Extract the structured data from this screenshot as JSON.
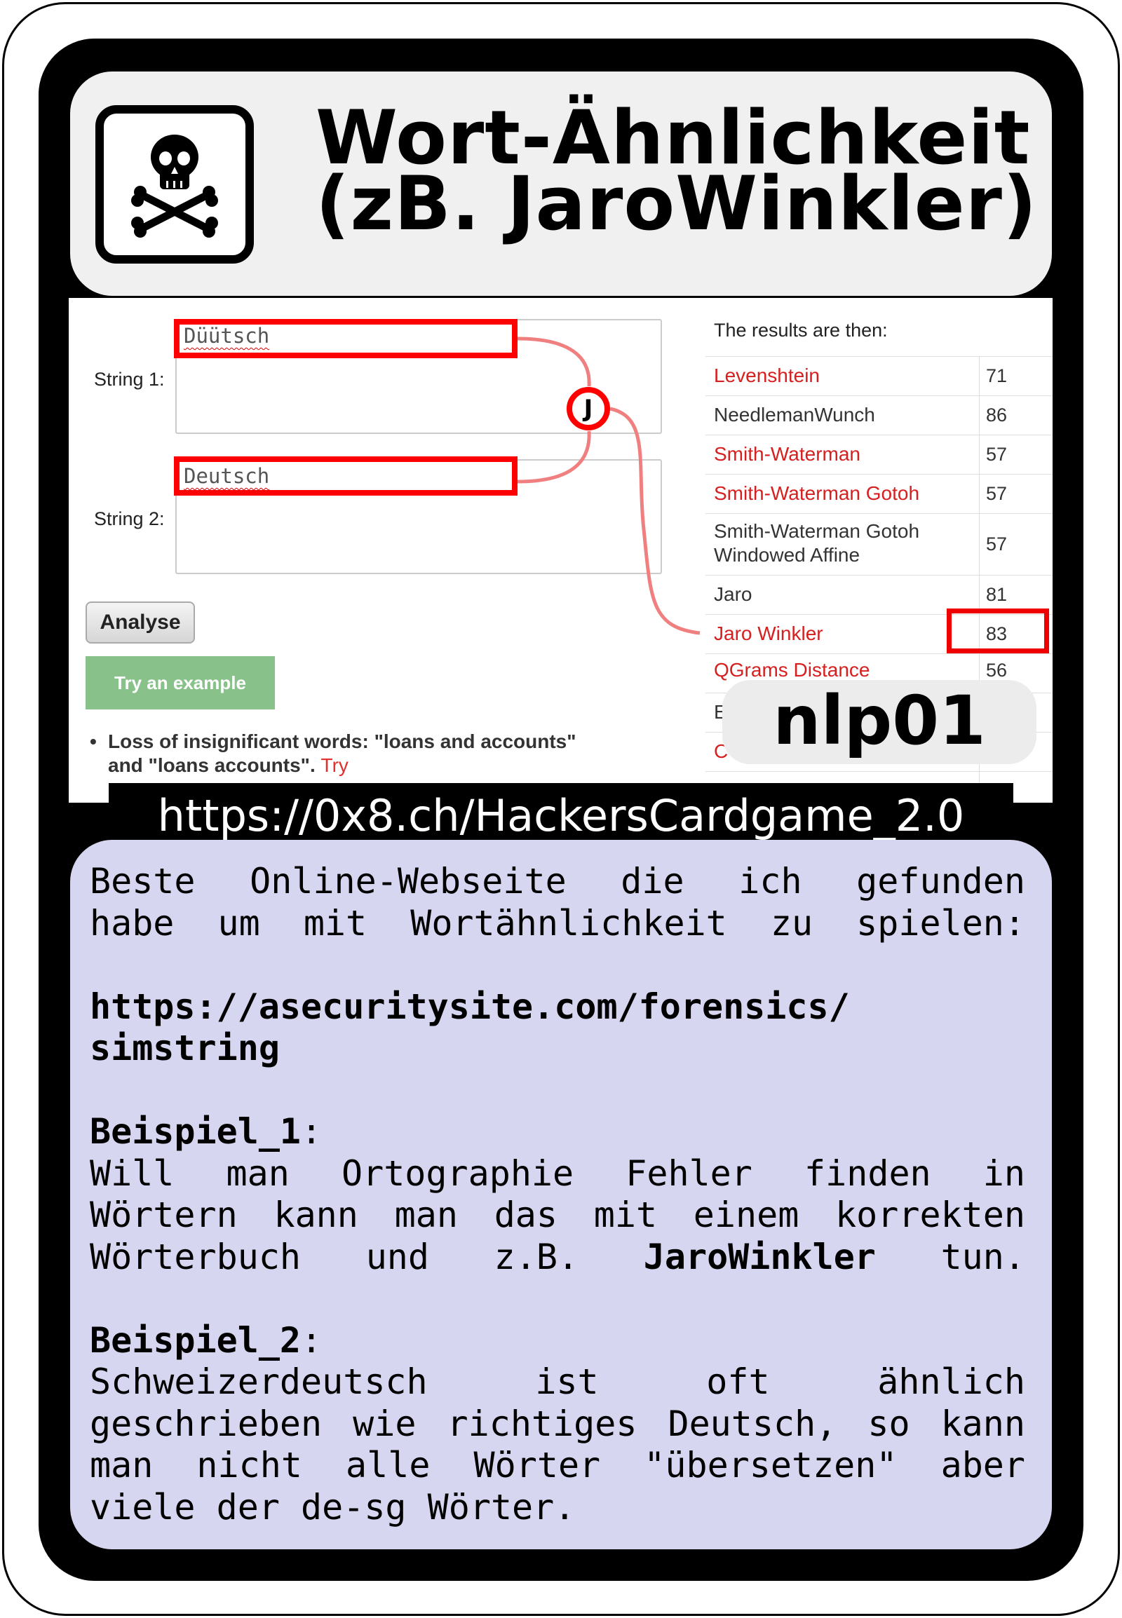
{
  "card": {
    "title_line1": "Wort-Ähnlichkeit",
    "title_line2": "(zB. JaroWinkler)",
    "icon": "skull-crossbones-icon",
    "card_id": "nlp01",
    "url": "https://0x8.ch/HackersCardgame_2.0"
  },
  "screenshot": {
    "string1_label": "String 1:",
    "string1_value": "Düütsch",
    "string2_label": "String 2:",
    "string2_value": "Deutsch",
    "connector_label": "J",
    "analyse_button": "Analyse",
    "try_example_button": "Try an example",
    "bullet_text": "Loss of insignificant words: \"loans and accounts\" and \"loans accounts\".",
    "bullet_link": "Try",
    "results_heading": "The results are then:",
    "results": [
      {
        "name": "Levenshtein",
        "value": "71",
        "link": true
      },
      {
        "name": "NeedlemanWunch",
        "value": "86",
        "link": false
      },
      {
        "name": "Smith-Waterman",
        "value": "57",
        "link": true
      },
      {
        "name": "Smith-Waterman Gotoh",
        "value": "57",
        "link": true
      },
      {
        "name": "Smith-Waterman Gotoh",
        "name2": "Windowed Affine",
        "value": "57",
        "link": false
      },
      {
        "name": "Jaro",
        "value": "81",
        "link": false
      },
      {
        "name": "Jaro Winkler",
        "value": "83",
        "link": true
      },
      {
        "name": "QGrams Distance",
        "value": "56",
        "link": true
      },
      {
        "name": "E",
        "value": "",
        "link": false
      },
      {
        "name": "C",
        "value": "",
        "link": true
      }
    ],
    "colors": {
      "link": "#d62020",
      "highlight": "#ff0000",
      "try_button": "#88c18a"
    }
  },
  "description": {
    "intro_line1": "Beste Online-Webseite die ich gefunden",
    "intro_line2": "habe um mit Wortähnlichkeit zu spielen:",
    "link_line1": "https://asecuritysite.com/forensics/",
    "link_line2": "simstring",
    "ex1_heading": "Beispiel_1",
    "ex1_line1": "Will man Ortographie Fehler finden in",
    "ex1_line2": "Wörtern kann man das mit einem korrekten",
    "ex1_line3_a": "Wörterbuch und z.B.",
    "ex1_line3_b": "JaroWinkler",
    "ex1_line3_c": "tun.",
    "ex2_heading": "Beispiel_2",
    "ex2_line1": "Schweizerdeutsch ist oft ähnlich",
    "ex2_line2": "geschrieben wie richtiges Deutsch, so kann",
    "ex2_line3": "man nicht alle Wörter \"übersetzen\" aber",
    "ex2_line4": "viele der de-sg Wörter."
  }
}
